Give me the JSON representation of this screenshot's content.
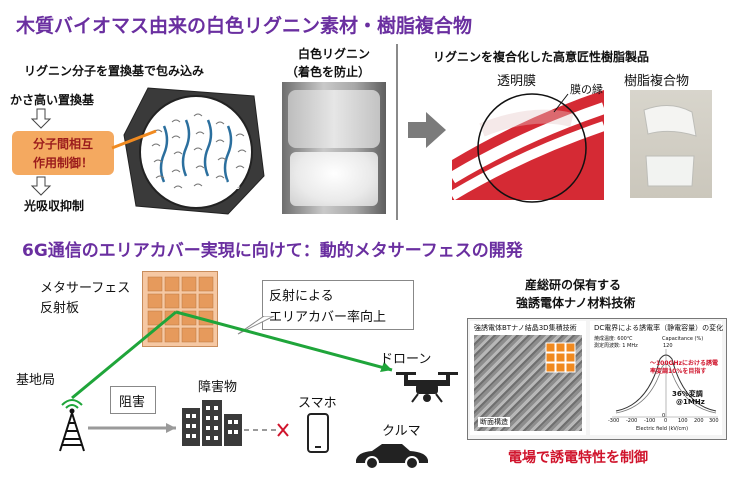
{
  "top": {
    "title": "木質バイオマス由来の白色リグニン素材・樹脂複合物",
    "wrap_heading": "リグニン分子を置換基で包み込み",
    "bulky_label": "かさ高い置換基",
    "interaction_line1": "分子間相互",
    "interaction_line2": "作用制御！",
    "absorption_label": "光吸収抑制",
    "white_label": "白色",
    "white_lignin_line1": "白色リグニン",
    "white_lignin_line2": "（着色を防止）",
    "products_heading": "リグニンを複合化した高意匠性樹脂製品",
    "film_label": "透明膜",
    "film_edge_label": "膜の縁",
    "composite_label": "樹脂複合物"
  },
  "bottom": {
    "title": "6G通信のエリアカバー実現に向けて：動的メタサーフェスの開発",
    "metasurface_line1": "メタサーフェス",
    "metasurface_line2": "反射板",
    "reflection_line1": "反射による",
    "reflection_line2": "エリアカバー率向上",
    "base_station_label": "基地局",
    "blocked_label": "阻害",
    "obstacle_label": "障害物",
    "smartphone_label": "スマホ",
    "drone_label": "ドローン",
    "car_label": "クルマ",
    "aist_line1": "産総研の保有する",
    "aist_line2": "強誘電体ナノ材料技術",
    "inset_left_title": "強誘電体BTナノ結晶3D集積技術",
    "inset_left_caption": "断面構造",
    "inset_right_title": "DC電界による誘電率（静電容量）の変化",
    "inset_right_note1": "焼成温度: 600℃",
    "inset_right_note2": "測定周波数: 1 MHz",
    "inset_right_ylabel": "Capacitance (%)",
    "inset_right_y_top": "120",
    "inset_right_y_bottom": "0",
    "inset_right_xlabel": "Electric field (kV/cm)",
    "inset_right_xticks": [
      "-300",
      "-200",
      "-100",
      "0",
      "100",
      "200",
      "300"
    ],
    "inset_right_red1": "〜100GHzにおける誘電",
    "inset_right_red2": "率変調10%を目指す",
    "inset_right_mod1": "36%変調",
    "inset_right_mod2": "@1MHz",
    "control_label": "電場で誘電特性を制御"
  },
  "colors": {
    "title_purple": "#6a2fa0",
    "orange_box": "#f4a960",
    "green_path": "#1fa53a",
    "gray_path": "#9a9a9a",
    "red_text": "#d0142c"
  }
}
